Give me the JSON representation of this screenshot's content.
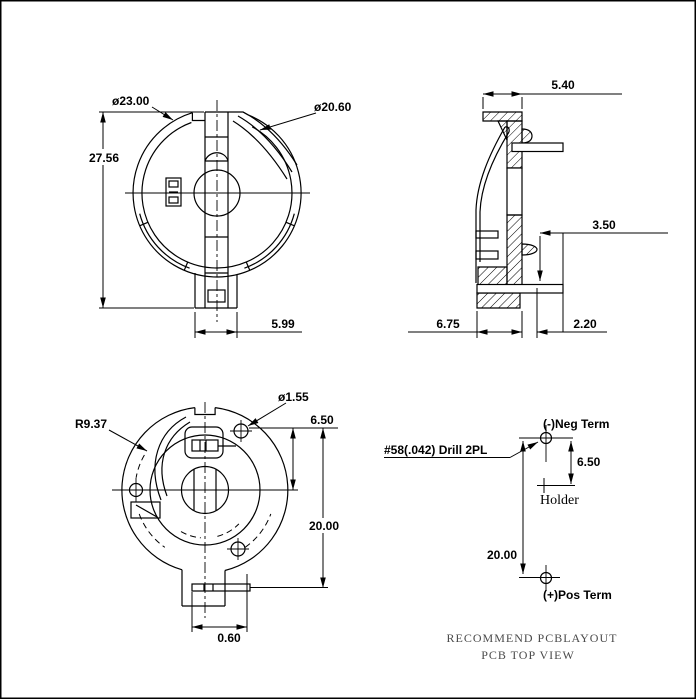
{
  "colors": {
    "ink": "#000000",
    "paper": "#ffffff",
    "faded_caption": "#4a4a4a"
  },
  "views": {
    "front": {
      "outer_diameter": "ø23.00",
      "inner_diameter": "ø20.60",
      "overall_height": "27.56",
      "tab_width": "5.99"
    },
    "side": {
      "top_width": "5.40",
      "pin_standoff": "3.50",
      "base_depth": "6.75",
      "pin_extension": "2.20"
    },
    "bottom": {
      "corner_radius": "R9.37",
      "hole_diameter": "ø1.55",
      "hole_offset": "6.50",
      "terminal_pitch": "20.00",
      "slot_offset": "0.60"
    },
    "pcb": {
      "negative_terminal": "(-)Neg Term",
      "drill_note": "#58(.042) Drill 2PL",
      "pad_offset": "6.50",
      "holder_label": "Holder",
      "terminal_pitch": "20.00",
      "positive_terminal": "(+)Pos Term",
      "caption_line1": "RECOMMEND PCBLAYOUT",
      "caption_line2": "PCB TOP VIEW"
    }
  }
}
